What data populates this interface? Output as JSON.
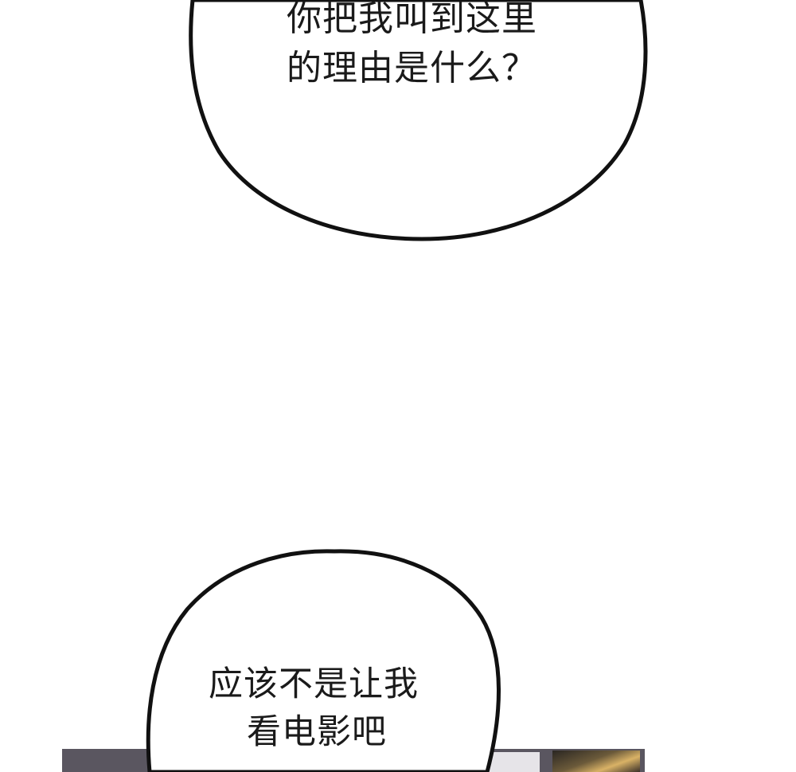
{
  "bubbles": [
    {
      "lines": [
        "你把我叫到这里",
        "的理由是什么？"
      ]
    },
    {
      "lines": [
        "应该不是让我",
        "看电影吧"
      ]
    }
  ],
  "colors": {
    "background": "#ffffff",
    "bubble_fill": "#ffffff",
    "bubble_outline": "#111111",
    "text": "#1a1a1a",
    "panel_dark": "#5a5660",
    "panel_light": "#e6e4e8"
  }
}
